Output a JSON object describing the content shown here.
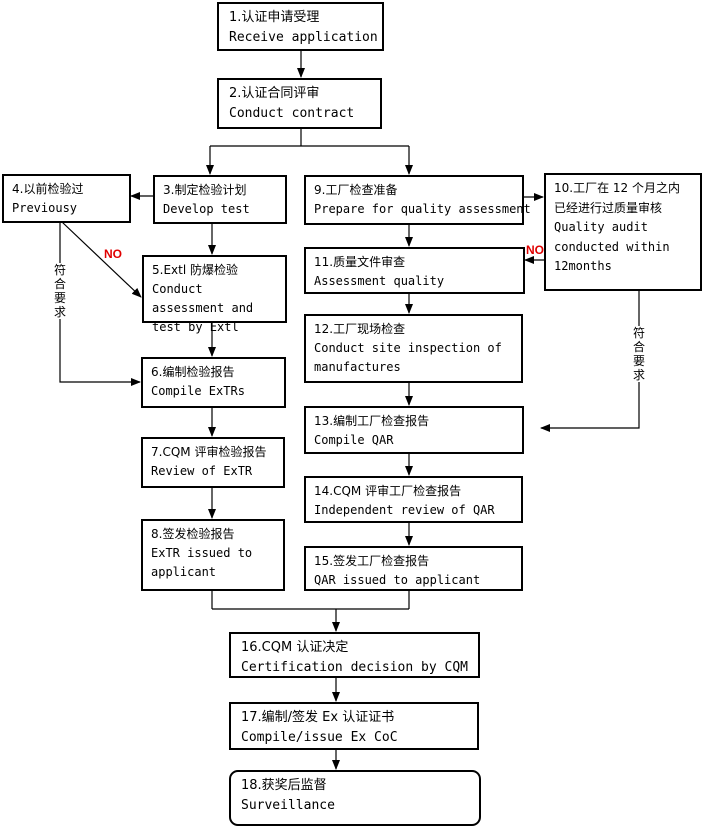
{
  "boxes": {
    "b1": {
      "zh": "1.认证申请受理",
      "en": "Receive application"
    },
    "b2": {
      "zh": "2.认证合同评审",
      "en": "Conduct contract"
    },
    "b3": {
      "zh": "3.制定检验计划",
      "en": "Develop      test"
    },
    "b4": {
      "zh": "4.以前检验过",
      "en": "Previousy"
    },
    "b5": {
      "zh": "5.Extl 防爆检验",
      "en": "Conduct assessment and test by Extl"
    },
    "b6": {
      "zh": "6.编制检验报告",
      "en": "Compile ExTRs"
    },
    "b7": {
      "zh": "7.CQM 评审检验报告",
      "en": "Review of ExTR"
    },
    "b8": {
      "zh": "8.签发检验报告",
      "en": "ExTR issued to applicant"
    },
    "b9": {
      "zh": "9.工厂检查准备",
      "en": "Prepare for quality assessment"
    },
    "b10": {
      "zh": "10.工厂在 12 个月之内已经进行过质量审核",
      "en": "Quality audit conducted within 12months"
    },
    "b11": {
      "zh": "11.质量文件审查",
      "en": "Assessment quality"
    },
    "b12": {
      "zh": "12.工厂现场检查",
      "en": "Conduct site inspection of manufactures"
    },
    "b13": {
      "zh": "13.编制工厂检查报告",
      "en": "Compile QAR"
    },
    "b14": {
      "zh": "14.CQM 评审工厂检查报告",
      "en": "Independent review of QAR"
    },
    "b15": {
      "zh": "15.签发工厂检查报告",
      "en": "QAR issued to applicant"
    },
    "b16": {
      "zh": "16.CQM 认证决定",
      "en": "Certification decision by CQM"
    },
    "b17": {
      "zh": "17.编制/签发 Ex 认证证书",
      "en": "Compile/issue Ex CoC"
    },
    "b18": {
      "zh": "18.获奖后监督",
      "en": "Surveillance"
    }
  },
  "labels": {
    "no_left": "NO",
    "no_right": "NO",
    "ok_left": "符合要求",
    "ok_right": "符合要求"
  }
}
